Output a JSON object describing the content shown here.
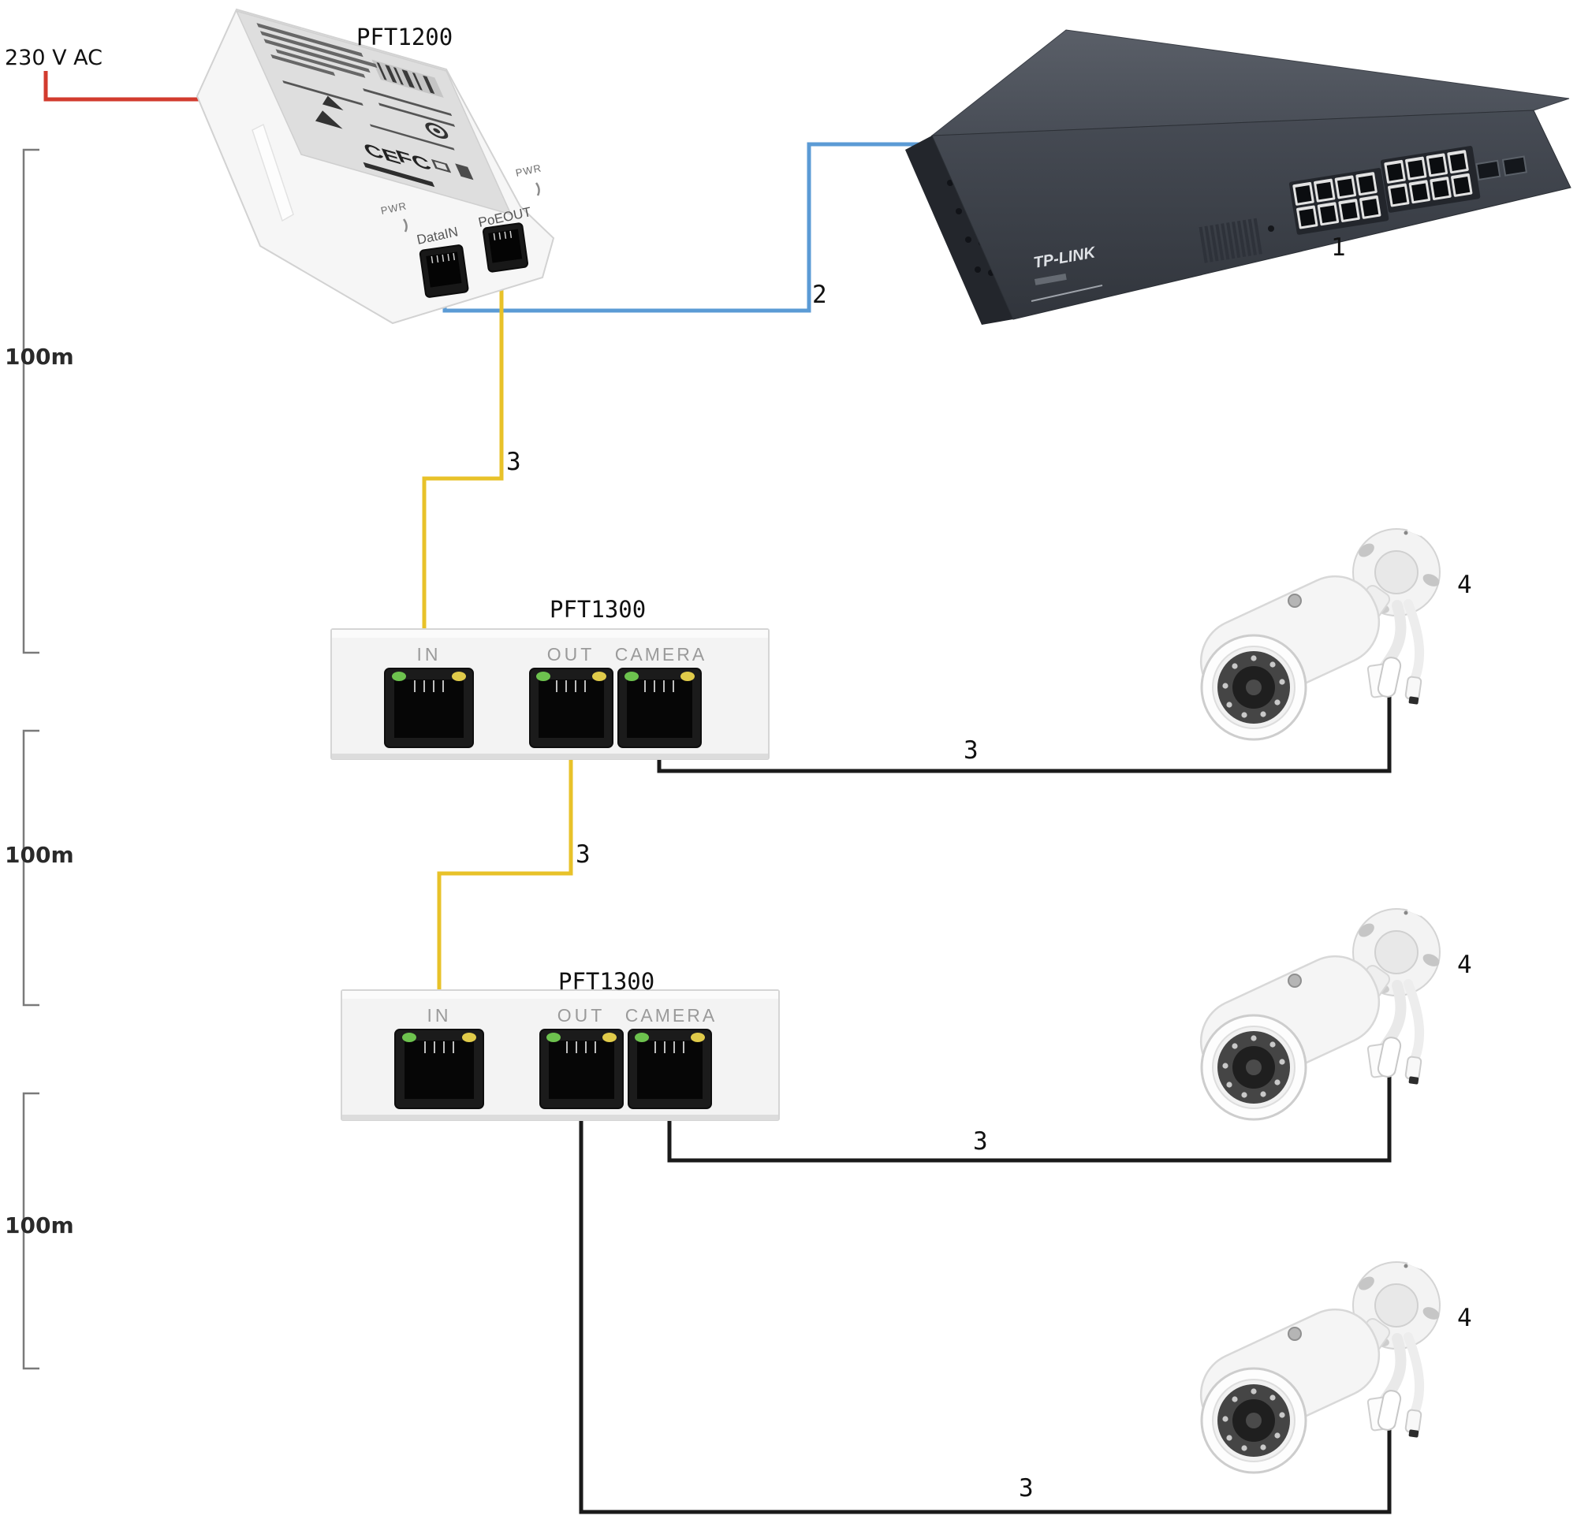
{
  "power_source": "230 V AC",
  "injector": {
    "name": "PFT1200",
    "pwr_label": "PWR",
    "pwr_side_label": "PWR",
    "data_in": "DataIN",
    "poe_out": "PoEOUT",
    "ce_mark": "CE",
    "fcc_mark": "FC"
  },
  "switch": {
    "brand": "TP-LINK",
    "callout": "1"
  },
  "uplink_callout": "2",
  "cable_callouts": [
    "3",
    "3",
    "3",
    "3",
    "3"
  ],
  "camera_callouts": [
    "4",
    "4",
    "4"
  ],
  "extenders": [
    {
      "name": "PFT1300",
      "ports": [
        {
          "label": "IN"
        },
        {
          "label": "OUT"
        },
        {
          "label": "CAMERA"
        }
      ]
    },
    {
      "name": "PFT1300",
      "ports": [
        {
          "label": "IN"
        },
        {
          "label": "OUT"
        },
        {
          "label": "CAMERA"
        }
      ]
    }
  ],
  "distances": [
    {
      "label": "100m"
    },
    {
      "label": "100m"
    },
    {
      "label": "100m"
    }
  ],
  "colors": {
    "power_cable": "#d23b2e",
    "uplink_cable": "#5b9bd5",
    "poe_cable": "#e8c229",
    "camera_cable": "#1a1a1a",
    "bracket": "#7a7a7a",
    "led_green": "#6dc24e",
    "led_yellow": "#e0cb4a"
  }
}
